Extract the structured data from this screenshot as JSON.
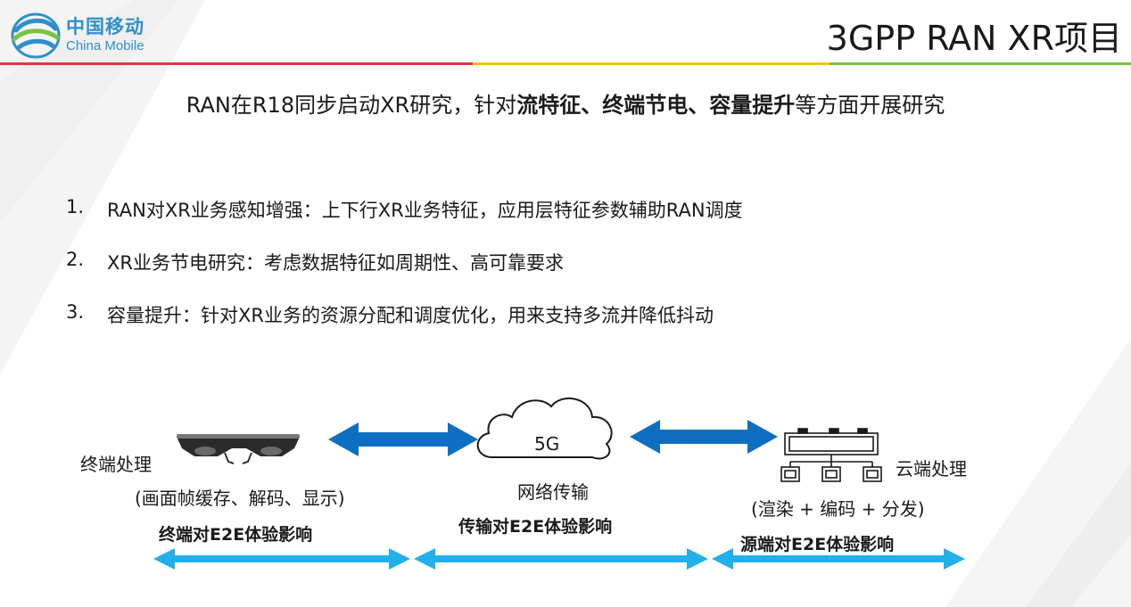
{
  "header": {
    "logo_cn": "中国移动",
    "logo_en": "China Mobile",
    "title": "3GPP RAN XR项目"
  },
  "subtitle": {
    "prefix": "RAN在R18同步启动XR研究，针对",
    "bold": "流特征、终端节电、容量提升",
    "suffix": "等方面开展研究"
  },
  "items": [
    {
      "num": "1.",
      "text": "RAN对XR业务感知增强：上下行XR业务特征，应用层特征参数辅助RAN调度"
    },
    {
      "num": "2.",
      "text": "XR业务节电研究：考虑数据特征如周期性、高可靠要求"
    },
    {
      "num": "3.",
      "text": "容量提升：针对XR业务的资源分配和调度优化，用来支持多流并降低抖动"
    }
  ],
  "diagram": {
    "terminal_label": "终端处理",
    "terminal_detail": "(画面帧缓存、解码、显示)",
    "terminal_impact": "终端对E2E体验影响",
    "cloud_text": "5G",
    "network_label": "网络传输",
    "network_impact": "传输对E2E体验影响",
    "server_label": "云端处理",
    "server_detail": "(渲染 + 编码 + 分发)",
    "server_impact": "源端对E2E体验影响"
  },
  "colors": {
    "brand_blue": "#2f8fce",
    "arrow_dark": "#0e6fc2",
    "arrow_light": "#22b0ea",
    "divider_red": "#e2334a",
    "divider_yellow": "#f2c21b",
    "divider_green": "#7cc242"
  }
}
